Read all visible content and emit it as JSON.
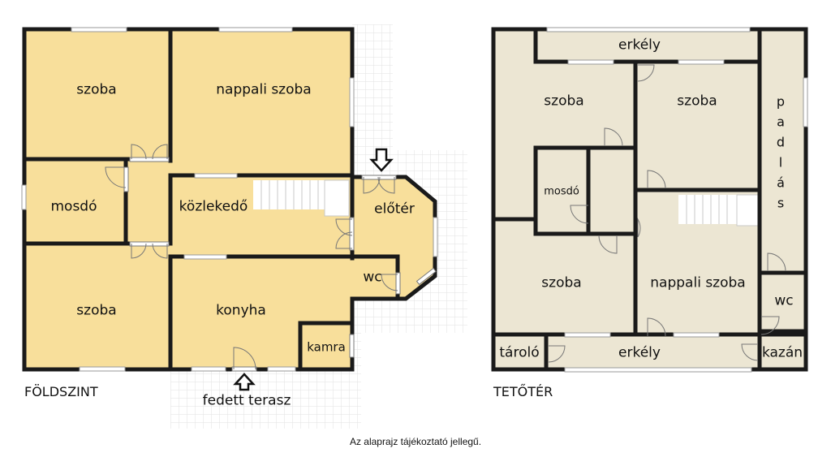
{
  "ground_floor": {
    "title": "FÖLDSZINT",
    "rooms": {
      "szoba_top": "szoba",
      "nappali": "nappali szoba",
      "mosdo": "mosdó",
      "kozlekedo": "közlekedő",
      "eloter": "előtér",
      "szoba_bottom": "szoba",
      "konyha": "konyha",
      "wc": "wc",
      "kamra": "kamra",
      "terasz": "fedett terasz"
    }
  },
  "upper_floor": {
    "title": "TETŐTÉR",
    "rooms": {
      "erkely_top": "erkély",
      "szoba_left": "szoba",
      "szoba_right": "szoba",
      "mosdo": "mosdó",
      "padlas": [
        "p",
        "a",
        "d",
        "l",
        "á",
        "s"
      ],
      "szoba_bottom": "szoba",
      "nappali": "nappali szoba",
      "wc": "wc",
      "tarolo": "tároló",
      "erkely_bottom": "erkély",
      "kazan": "kazán"
    }
  },
  "footnote": "Az alaprajz tájékoztató jellegű.",
  "colors": {
    "ground_fill": "#f8df9b",
    "upper_fill": "#ece6d3",
    "wall": "#1a1a1a",
    "grid": "#e4e4e4"
  }
}
